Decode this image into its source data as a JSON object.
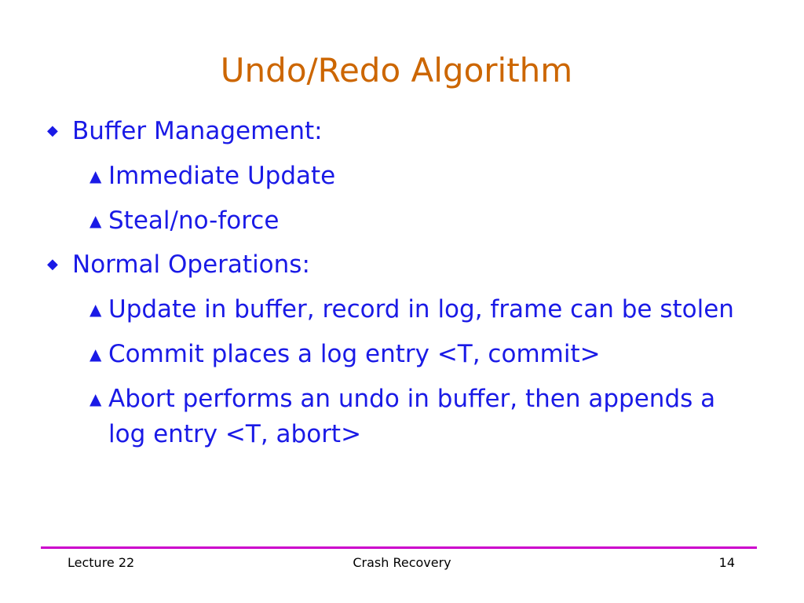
{
  "slide": {
    "title": "Undo/Redo Algorithm",
    "bullets": [
      {
        "text": "Buffer Management:",
        "subitems": [
          "Immediate Update",
          "Steal/no-force"
        ]
      },
      {
        "text": "Normal Operations:",
        "subitems": [
          "Update in buffer, record in log, frame can be stolen",
          "Commit places a log entry <T, commit>",
          "Abort performs an undo in buffer, then appends a log entry <T, abort>"
        ]
      }
    ],
    "icons": {
      "level1_bullet": "diamond-icon",
      "level2_bullet": "pennant-icon"
    },
    "colors": {
      "title": "#cc6600",
      "body": "#1a1ae6",
      "footer_rule": "#cc00cc"
    }
  },
  "footer": {
    "left": "Lecture 22",
    "center": "Crash Recovery",
    "page_number": "14"
  }
}
